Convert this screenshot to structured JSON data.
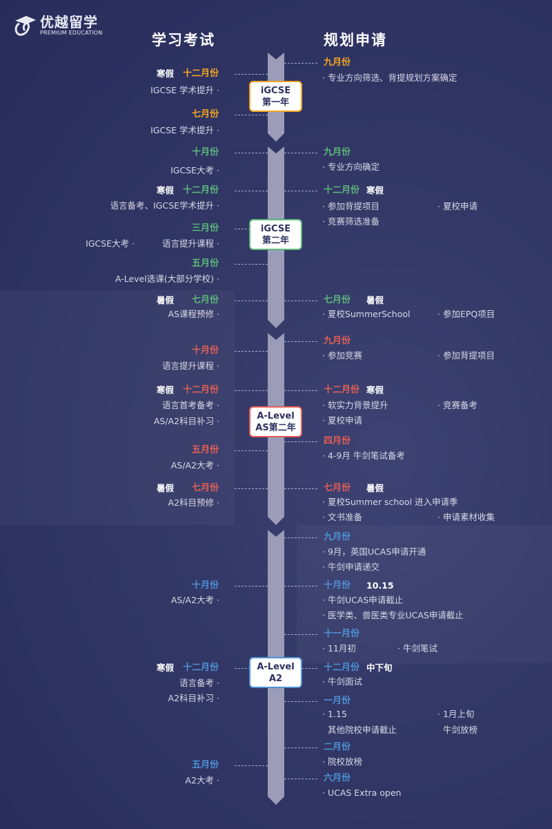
{
  "logo": {
    "cn": "优越留学",
    "en": "PREMIUM EDUCATION"
  },
  "headers": {
    "left": "学习考试",
    "right": "规划申请"
  },
  "segments": [
    {
      "color": "#f5a623",
      "badge": [
        "iGCSE",
        "第一年"
      ],
      "left": [
        {
          "month": "十二月份",
          "holiday": "寒假",
          "rows": [
            [
              "IGCSE 学术提升"
            ]
          ]
        },
        {
          "month": "七月份",
          "rows": [
            [
              "IGCSE 学术提升"
            ]
          ]
        }
      ],
      "right": [
        {
          "month": "九月份",
          "rows": [
            {
              "items": [
                "专业方向筛选、背提规划方案确定"
              ]
            }
          ]
        }
      ]
    },
    {
      "color": "#5cb87b",
      "badge": [
        "iGCSE",
        "第二年"
      ],
      "left": [
        {
          "month": "十月份",
          "rows": [
            [
              "IGCSE大考"
            ]
          ]
        },
        {
          "month": "十二月份",
          "holiday": "寒假",
          "rows": [
            [
              "语言备考、IGCSE学术提升"
            ]
          ]
        },
        {
          "month": "三月份",
          "rows": [
            [
              "IGCSE大考",
              "语言提升课程"
            ]
          ]
        },
        {
          "month": "五月份",
          "rows": [
            [
              "A-Level选课(大部分学校)"
            ]
          ]
        },
        {
          "month": "七月份",
          "holiday": "暑假",
          "rows": [
            [
              "AS课程预修"
            ]
          ]
        }
      ],
      "right": [
        {
          "month": "九月份",
          "rows": [
            {
              "items": [
                "专业方向确定"
              ]
            }
          ]
        },
        {
          "month": "十二月份",
          "note": "寒假",
          "rows": [
            {
              "items": [
                "参加背提项目",
                "夏校申请"
              ]
            },
            {
              "items": [
                "竞赛筛选准备"
              ]
            }
          ]
        },
        {
          "month": "七月份",
          "note": "暑假",
          "rows": [
            {
              "items": [
                "夏校SummerSchool",
                "参加EPQ项目"
              ]
            }
          ]
        }
      ]
    },
    {
      "color": "#e45f55",
      "badge": [
        "A-Level",
        "AS第二年"
      ],
      "left": [
        {
          "month": "十月份",
          "rows": [
            [
              "语言提升课程"
            ]
          ]
        },
        {
          "month": "十二月份",
          "holiday": "寒假",
          "rows": [
            [
              "语言首考备考"
            ],
            [
              "AS/A2科目补习"
            ]
          ]
        },
        {
          "month": "五月份",
          "rows": [
            [
              "AS/A2大考"
            ]
          ]
        },
        {
          "month": "七月份",
          "holiday": "暑假",
          "rows": [
            [
              "A2科目预修"
            ]
          ]
        }
      ],
      "right": [
        {
          "month": "九月份",
          "rows": [
            {
              "items": [
                "参加竞赛",
                "参加背提项目"
              ]
            }
          ]
        },
        {
          "month": "十二月份",
          "note": "寒假",
          "rows": [
            {
              "items": [
                "软实力背景提升",
                "竞赛备考"
              ]
            },
            {
              "items": [
                "夏校申请"
              ]
            }
          ]
        },
        {
          "month": "四月份",
          "rows": [
            {
              "items": [
                "4-9月 牛剑笔试备考"
              ]
            }
          ]
        },
        {
          "month": "七月份",
          "note": "暑假",
          "rows": [
            {
              "items": [
                "夏校Summer school 进入申请季"
              ]
            },
            {
              "items": [
                "文书准备",
                "申请素材收集"
              ]
            }
          ]
        }
      ]
    },
    {
      "color": "#4f92d6",
      "badge": [
        "A-Level",
        "A2"
      ],
      "left": [
        {
          "month": "十月份",
          "rows": [
            [
              "AS/A2大考"
            ]
          ]
        },
        {
          "month": "十二月份",
          "holiday": "寒假",
          "rows": [
            [
              "语言备考"
            ],
            [
              "A2科目补习"
            ]
          ]
        },
        {
          "month": "五月份",
          "rows": [
            [
              "A2大考"
            ]
          ]
        }
      ],
      "right": [
        {
          "month": "九月份",
          "rows": [
            {
              "items": [
                "9月，英国UCAS申请开通"
              ]
            },
            {
              "items": [
                "牛剑申请递交"
              ]
            }
          ]
        },
        {
          "month": "十月份",
          "note": "10.15",
          "rows": [
            {
              "items": [
                "牛剑UCAS申请截止"
              ]
            },
            {
              "items": [
                "医学类、兽医类专业UCAS申请截止"
              ]
            }
          ]
        },
        {
          "month": "十一月份",
          "rows": [
            {
              "items": [
                "11月初",
                "牛剑笔试"
              ],
              "narrow": true
            }
          ]
        },
        {
          "month": "十二月份",
          "note": "中下旬",
          "rows": [
            {
              "items": [
                "牛剑面试"
              ]
            }
          ]
        },
        {
          "month": "一月份",
          "rows": [
            {
              "items": [
                "1.15",
                "1月上旬"
              ]
            },
            {
              "items": [
                "其他院校申请截止",
                "牛剑放榜"
              ],
              "nobullet": true
            }
          ]
        },
        {
          "month": "二月份",
          "rows": [
            {
              "items": [
                "院校放榜"
              ]
            }
          ]
        },
        {
          "month": "六月份",
          "rows": [
            {
              "items": [
                "UCAS Extra open"
              ]
            }
          ]
        }
      ]
    }
  ]
}
